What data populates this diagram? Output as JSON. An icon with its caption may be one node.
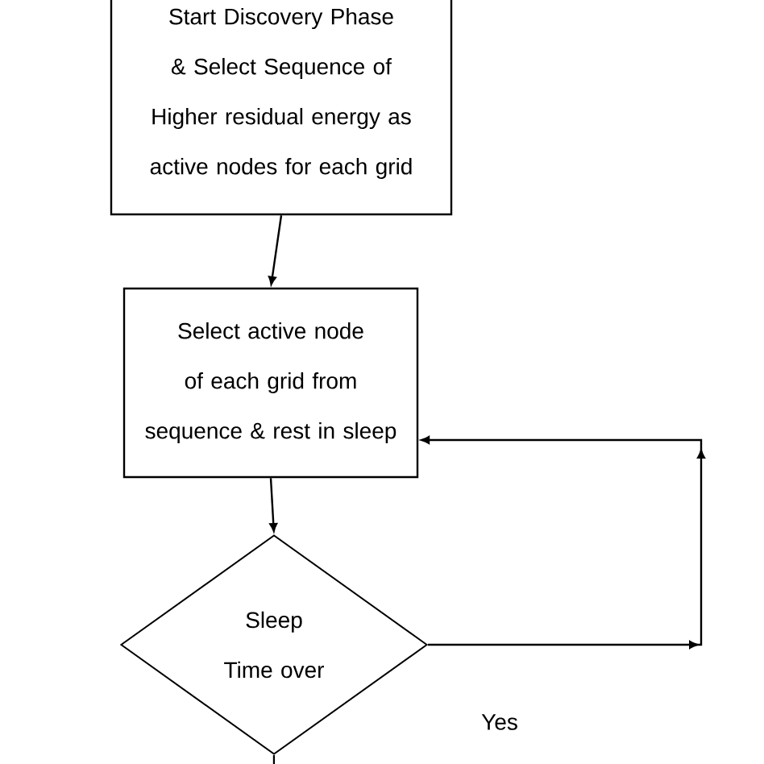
{
  "diagram": {
    "nodes": [
      {
        "text": [
          "Start Discovery Phase & Select Sequence of Higher residual energy as active nodes for each grid"
        ]
      },
      {
        "text": [
          "Select active node of each grid from sequence & rest in sleep"
        ]
      },
      {
        "text": [
          "Sleep Time over"
        ]
      }
    ],
    "edges": [
      {
        "from": 0,
        "to": 1,
        "arrow": "to"
      },
      {
        "from": 1,
        "to": 2,
        "arrow": "to"
      },
      {
        "from": 2,
        "to": 1,
        "arrow": "to",
        "label": "Yes"
      },
      {
        "from": 2,
        "to": null,
        "arrow": "none"
      }
    ]
  }
}
